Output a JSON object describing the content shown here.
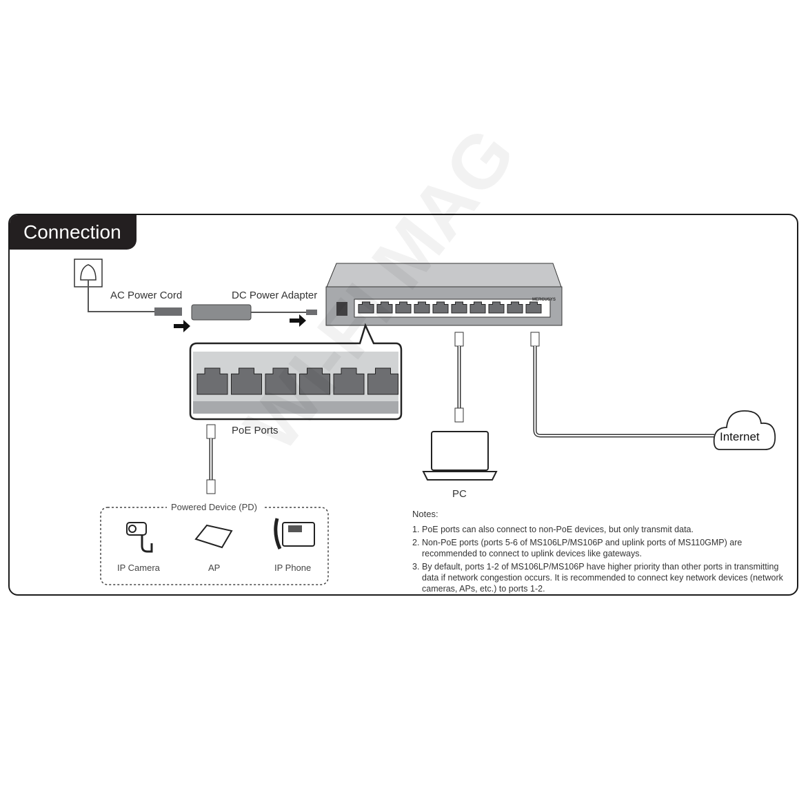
{
  "title": "Connection",
  "labels": {
    "ac_power_cord": "AC Power Cord",
    "dc_power_adapter": "DC Power Adapter",
    "poe_ports": "PoE Ports",
    "pc": "PC",
    "internet": "Internet",
    "powered_device": "Powered Device (PD)",
    "ip_camera": "IP Camera",
    "ap": "AP",
    "ip_phone": "IP Phone",
    "switch_brand": "MERCUSYS"
  },
  "notes": {
    "title": "Notes:",
    "items": [
      {
        "num": "1.",
        "text": "PoE ports can also connect to non-PoE devices, but only transmit data."
      },
      {
        "num": "2.",
        "text": "Non-PoE ports (ports 5-6 of MS106LP/MS106P and uplink ports of MS110GMP) are recommended to connect to uplink devices like gateways."
      },
      {
        "num": "3.",
        "text": "By default, ports 1-2 of MS106LP/MS106P have higher priority than other ports in transmitting data if network congestion occurs. It is recommended to connect key network devices (network cameras, APs, etc.) to ports 1-2."
      }
    ]
  },
  "watermark": "WI-FI MAG",
  "colors": {
    "frame": "#1a1a1a",
    "tab": "#231f20",
    "device_gray": "#a7a9ac",
    "port_gray": "#6d6e71"
  }
}
